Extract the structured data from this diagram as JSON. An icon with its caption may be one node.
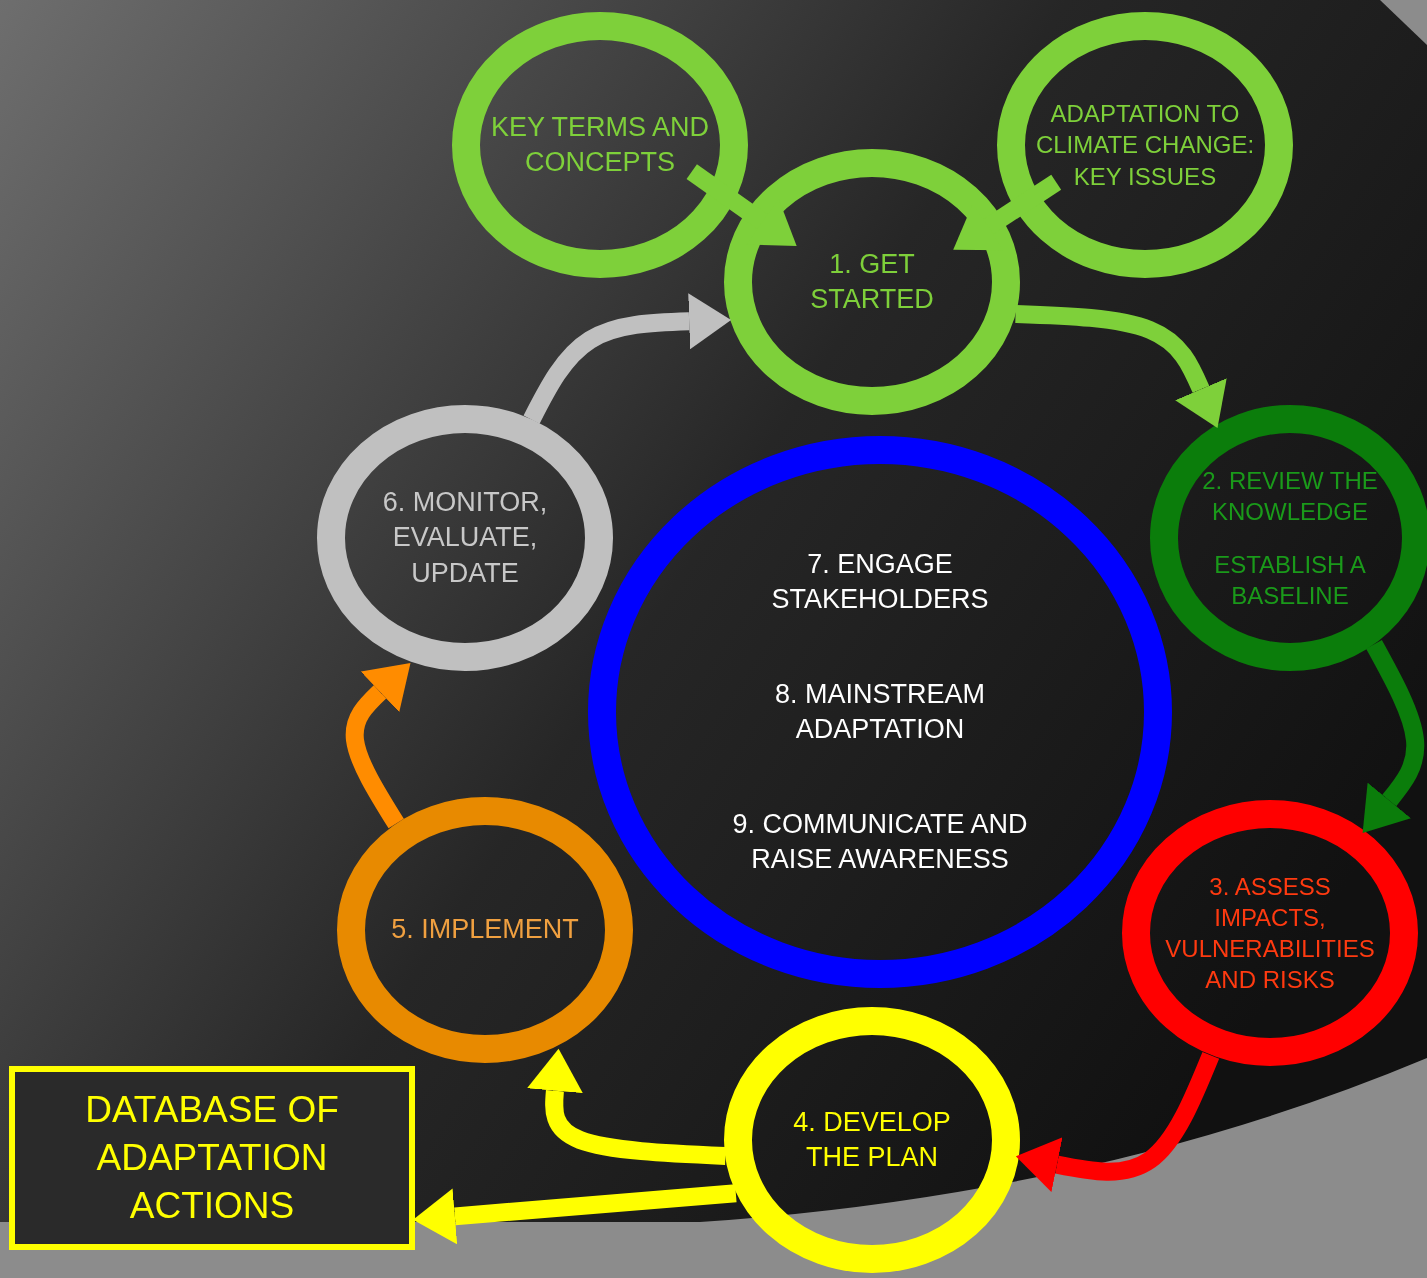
{
  "diagram": {
    "nodes": [
      {
        "text": [
          "KEY TERMS AND CONCEPTS"
        ]
      },
      {
        "text": [
          "ADAPTATION TO CLIMATE CHANGE: KEY ISSUES"
        ]
      },
      {
        "text": [
          "1. GET STARTED"
        ]
      },
      {
        "text": [
          "2. REVIEW THE KNOWLEDGE",
          "ESTABLISH A BASELINE"
        ]
      },
      {
        "text": [
          "3. ASSESS IMPACTS, VULNERABILITIES AND RISKS"
        ]
      },
      {
        "text": [
          "4. DEVELOP THE PLAN"
        ]
      },
      {
        "text": [
          "5. IMPLEMENT"
        ]
      },
      {
        "text": [
          "6. MONITOR, EVALUATE, UPDATE"
        ]
      },
      {
        "text": [
          "7. ENGAGE STAKEHOLDERS",
          "8. MAINSTREAM ADAPTATION",
          "9. COMMUNICATE AND RAISE AWARENESS"
        ]
      },
      {
        "text": [
          "DATABASE OF ADAPTATION ACTIONS"
        ]
      }
    ],
    "edges": [
      {
        "from": 0,
        "to": 2,
        "arrow": "to",
        "color": "#7ed03a"
      },
      {
        "from": 1,
        "to": 2,
        "arrow": "to",
        "color": "#7ed03a"
      },
      {
        "from": 2,
        "to": 3,
        "arrow": "to",
        "color": "#7ed03a"
      },
      {
        "from": 3,
        "to": 4,
        "arrow": "to",
        "color": "#0b7d0b"
      },
      {
        "from": 4,
        "to": 5,
        "arrow": "to",
        "color": "#ff0000"
      },
      {
        "from": 5,
        "to": 6,
        "arrow": "to",
        "color": "#ffff00"
      },
      {
        "from": 5,
        "to": 9,
        "arrow": "to",
        "color": "#ffff00"
      },
      {
        "from": 6,
        "to": 7,
        "arrow": "to",
        "color": "#ff8c00"
      },
      {
        "from": 7,
        "to": 2,
        "arrow": "to",
        "color": "#c0c0c0"
      }
    ]
  }
}
